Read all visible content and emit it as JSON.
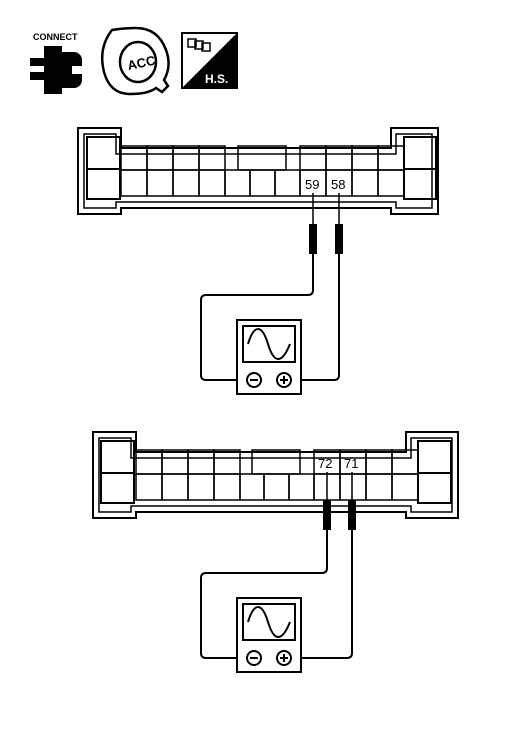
{
  "icons": {
    "connect_label": "CONNECT",
    "acc_label": "ACC",
    "hs_label": "H.S."
  },
  "connectors": [
    {
      "pin_a": "59",
      "pin_b": "58",
      "meter_neg": "⊖",
      "meter_pos": "⊕"
    },
    {
      "pin_a": "72",
      "pin_b": "71",
      "meter_neg": "⊖",
      "meter_pos": "⊕"
    }
  ]
}
